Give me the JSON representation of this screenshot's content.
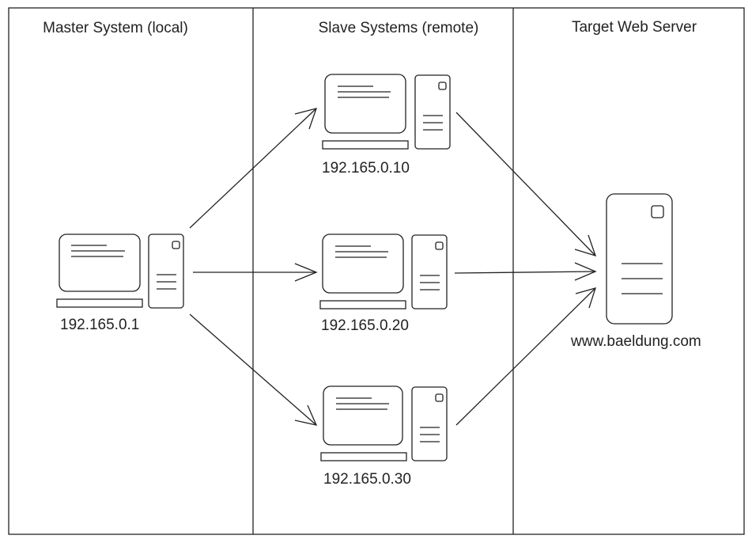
{
  "columns": [
    {
      "title": "Master System (local)"
    },
    {
      "title": "Slave Systems (remote)"
    },
    {
      "title": "Target Web Server"
    }
  ],
  "master": {
    "ip": "192.165.0.1",
    "icon": "computer-icon"
  },
  "slaves": [
    {
      "ip": "192.165.0.10",
      "icon": "computer-icon"
    },
    {
      "ip": "192.165.0.20",
      "icon": "computer-icon"
    },
    {
      "ip": "192.165.0.30",
      "icon": "computer-icon"
    }
  ],
  "target": {
    "host": "www.baeldung.com",
    "icon": "server-icon"
  },
  "colors": {
    "stroke": "#222222",
    "background": "#ffffff"
  }
}
